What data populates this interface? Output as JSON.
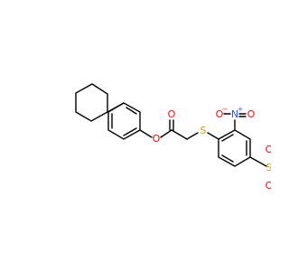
{
  "colors": {
    "bond": "#000000",
    "oxygen": "#ff0d0d",
    "nitrogen": "#3050f8",
    "sulfur": "#c8a000",
    "background": "#ffffff"
  },
  "atoms": {
    "ester_o_ring": {
      "label": "O"
    },
    "carbonyl_o": {
      "label": "O"
    },
    "thioether_s": {
      "label": "S"
    },
    "nitro_n": {
      "label": "N",
      "charge": "+"
    },
    "nitro_o_minus": {
      "label": "O",
      "charge": "−"
    },
    "nitro_o_double": {
      "label": "O"
    },
    "sulfonyl_s": {
      "label": "S"
    },
    "sulfonyl_o_top": {
      "label": "O"
    },
    "sulfonyl_o_bottom": {
      "label": "O"
    }
  }
}
